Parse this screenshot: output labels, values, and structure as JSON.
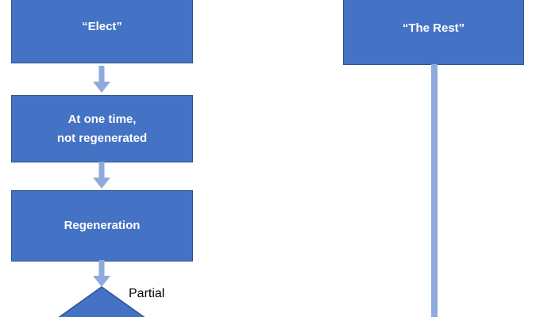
{
  "diagram": {
    "left_flow": {
      "elect_label": "“Elect”",
      "at_one_time_line1": "At one time,",
      "at_one_time_line2": "not regenerated",
      "regeneration_label": "Regeneration",
      "partial_label": "Partial"
    },
    "right_flow": {
      "the_rest_label": "“The Rest”"
    },
    "colors": {
      "background": "#FFFFFF",
      "box_fill": "#4472C4",
      "box_border": "#2F528F",
      "box_text": "#FFFFFF",
      "arrow": "#8FAADC",
      "connector": "#8FAADC",
      "diamond_fill": "#4472C4",
      "label_text": "#000000"
    }
  }
}
